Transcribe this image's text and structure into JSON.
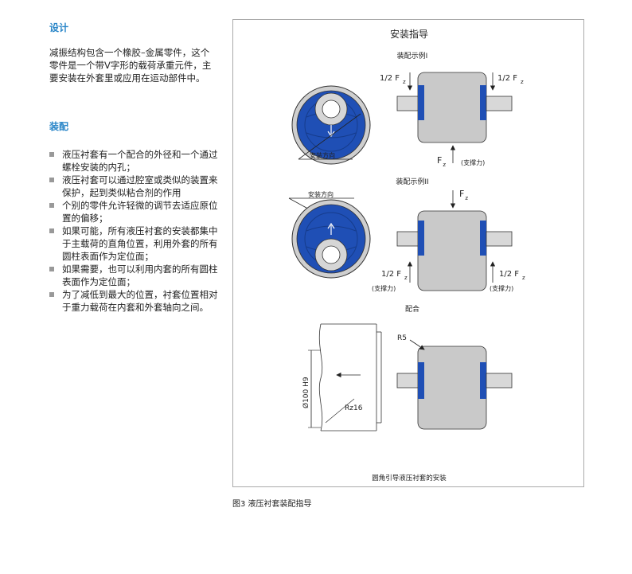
{
  "left": {
    "design_heading": "设计",
    "design_text": "减振结构包含一个橡胶–金属零件，这个零件是一个带V字形的载荷承重元件，主要安装在外套里或应用在运动部件中。",
    "assembly_heading": "装配",
    "bullets": [
      "液压衬套有一个配合的外径和一个通过螺栓安装的内孔；",
      "液压衬套可以通过腔室或类似的装置来保护，起到类似粘合剂的作用",
      "个别的零件允许轻微的调节去适应原位置的偏移；",
      "如果可能，所有液压衬套的安装都集中于主载荷的直角位置，利用外套的所有圆柱表面作为定位面；",
      "如果需要，也可以利用内套的所有圆柱表面作为定位面；",
      "为了减低到最大的位置，衬套位置相对于重力载荷在内套和外套轴向之间。"
    ]
  },
  "figure": {
    "title": "安装指导",
    "example1": "装配示例I",
    "example2": "装配示例II",
    "fit": "配合",
    "install_direction_1": "安装方向",
    "install_direction_2": "安装方向",
    "half_f_prefix": "1/2 F",
    "z": "z",
    "f": "F",
    "support": "(支撑力)",
    "diameter_label": "Ø100 H9",
    "rz_label": "Rz16",
    "r5_label": "R5",
    "footer_text": "圆角引导液压衬套的安装"
  },
  "caption": "图3 液压衬套装配指导",
  "colors": {
    "accent": "#2a86c8",
    "bush_blue": "#1f4fb5",
    "housing_gray": "#c9c9c9"
  }
}
